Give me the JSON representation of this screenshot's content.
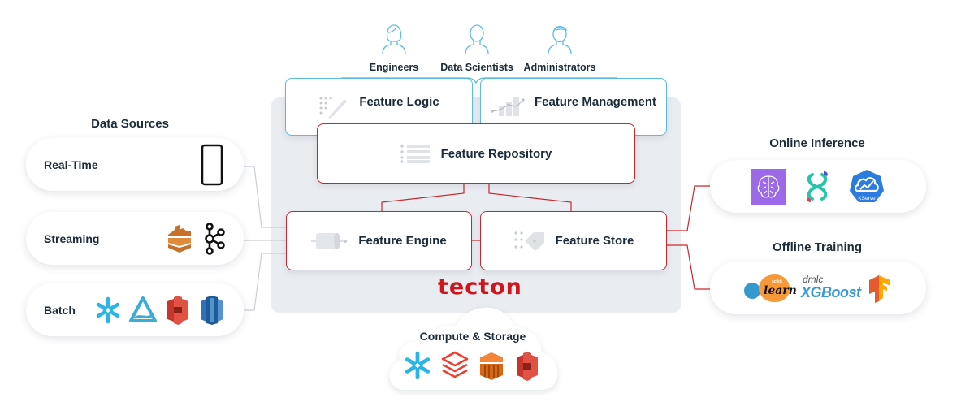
{
  "personas": [
    {
      "label": "Engineers",
      "icon": "female-user-icon"
    },
    {
      "label": "Data Scientists",
      "icon": "user-icon"
    },
    {
      "label": "Administrators",
      "icon": "male-user-icon"
    }
  ],
  "platform": {
    "feature_logic": "Feature Logic",
    "feature_management": "Feature Management",
    "feature_repository": "Feature Repository",
    "feature_engine": "Feature Engine",
    "feature_store": "Feature Store",
    "logo_text": "tecton"
  },
  "data_sources": {
    "title": "Data Sources",
    "items": [
      {
        "label": "Real-Time",
        "icons": [
          "mobile-phone-icon"
        ]
      },
      {
        "label": "Streaming",
        "icons": [
          "aws-kinesis-icon",
          "kafka-icon"
        ]
      },
      {
        "label": "Batch",
        "icons": [
          "snowflake-icon",
          "azure-data-lake-icon",
          "aws-s3-icon",
          "aws-redshift-icon"
        ]
      }
    ]
  },
  "online_inference": {
    "title": "Online Inference",
    "icons": [
      "sagemaker-icon",
      "seldon-icon",
      "kserve-icon"
    ],
    "kserve_label": "KServe"
  },
  "offline_training": {
    "title": "Offline Training",
    "icons": [
      "scikit-learn-icon",
      "xgboost-icon",
      "tensorflow-icon"
    ],
    "sklearn_small": "scikit",
    "sklearn_text": "learn",
    "xgboost_small": "dmlc",
    "xgboost_text": "XGBoost"
  },
  "compute_storage": {
    "title": "Compute & Storage",
    "icons": [
      "snowflake-icon",
      "databricks-icon",
      "aws-emr-icon",
      "aws-s3-icon"
    ]
  },
  "colors": {
    "accent_red": "#c7282e",
    "accent_blue": "#5bbbe0",
    "platform_bg": "#e9ecf1",
    "text": "#1b2b3a"
  }
}
